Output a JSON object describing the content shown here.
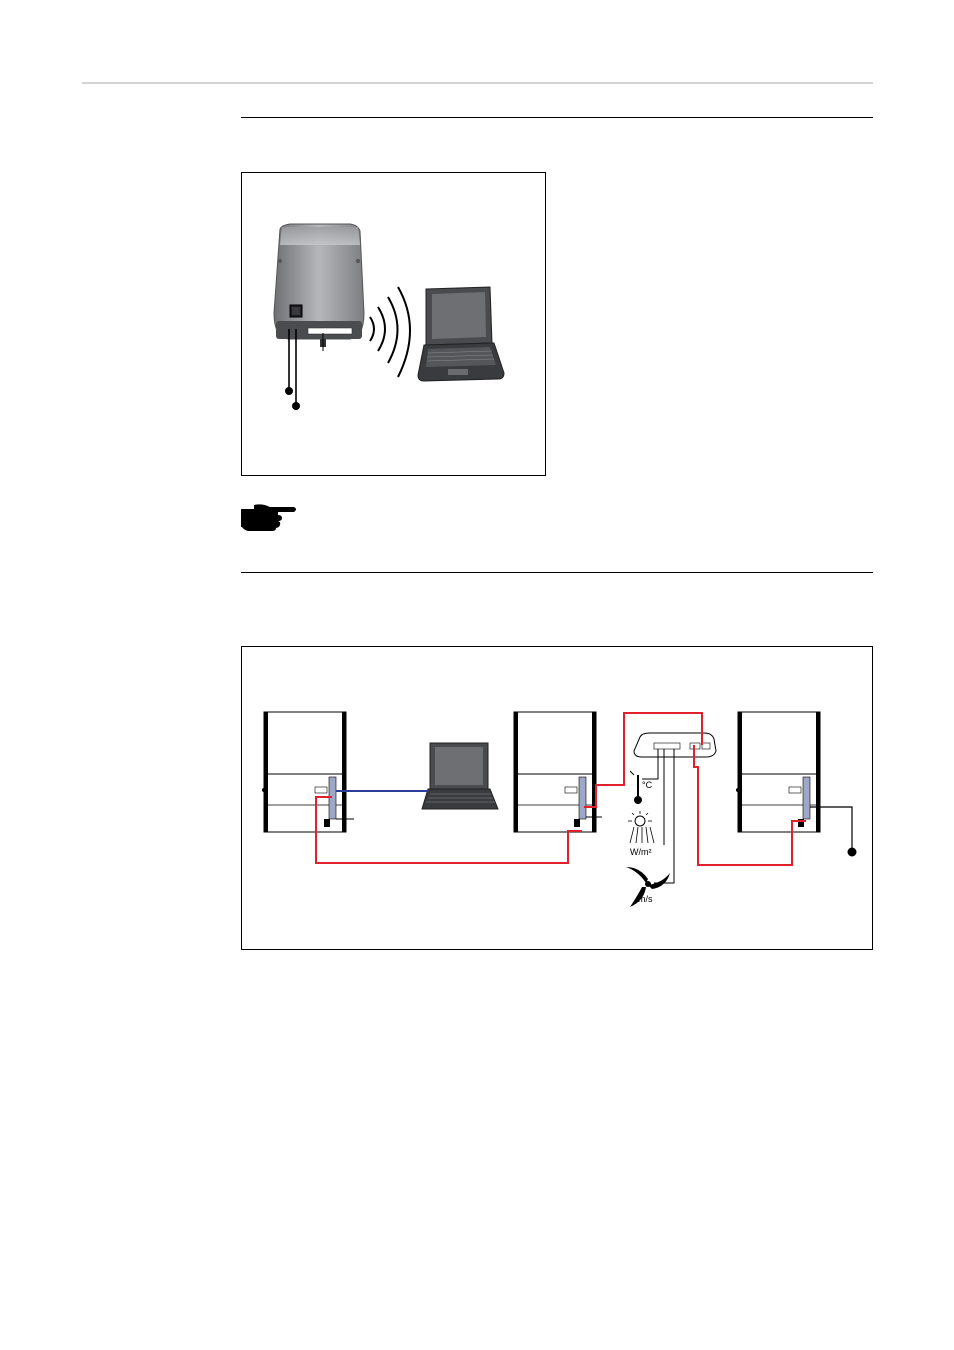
{
  "diagram2": {
    "units": {
      "temperature": "°C",
      "irradiance": "W/m²",
      "wind_speed": "m/s"
    }
  },
  "colors": {
    "data_line_red": "#e0202a",
    "lan_line_blue": "#2d3e9a",
    "inverter_grey": "#8a8c90"
  }
}
